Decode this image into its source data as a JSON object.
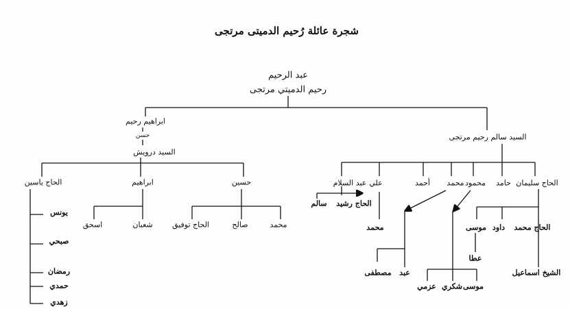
{
  "title": "شجرة عائلة رُحيم الدميتى مرتجى",
  "root": {
    "line1": "عبد الرحيم",
    "line2": "رحيم الدميتي مرتجى"
  },
  "left": {
    "ibrahim_rahim": "ابراهيم  رحيم",
    "hasan": "حسن",
    "darwish": "السيد  درويش",
    "yasin": "الحاج ياسين",
    "yasin_children": [
      "يونس",
      "صبحي",
      "رمضان",
      "حمدي",
      "زهدي"
    ],
    "ibrahim": "ابراهيم",
    "ibrahim_children": [
      "شعبان",
      "اسحق"
    ],
    "husayn": "حسين",
    "husayn_children": [
      "محمد",
      "صالح",
      "الحاج توفيق"
    ]
  },
  "right": {
    "salem": "السيد سالم  رحيم مرتجى",
    "children": [
      "الحاج سليمان",
      "حامد",
      "محمود",
      "محمد",
      "أحمد",
      "علي",
      "عبد السلام"
    ],
    "abdelsalam_children": [
      "الحاج رشيد",
      "سالم"
    ],
    "ali_child": "محمد",
    "mohammad_children": [
      "عبد",
      "مصطفى"
    ],
    "mahmoud_children": [
      "موسى",
      "شكري",
      "عزمي"
    ],
    "suleiman_children": [
      "الحاج محمد",
      "داود",
      "موسى"
    ],
    "musa_child": "عطا",
    "hajj_mohammad_child": "الشيخ اسماعيل"
  }
}
